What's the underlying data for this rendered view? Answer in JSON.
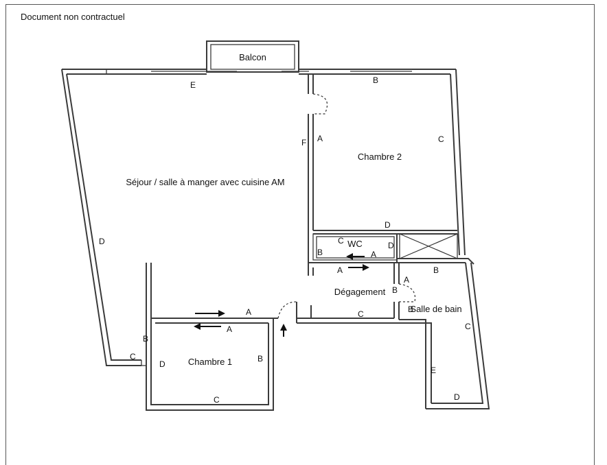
{
  "header": {
    "note": "Document non contractuel"
  },
  "rooms": {
    "balcon": "Balcon",
    "sejour": "Séjour / salle à manger avec cuisine AM",
    "chambre2": "Chambre 2",
    "wc": "WC",
    "degagement": "Dégagement",
    "salle_de_bain": "Salle de bain",
    "chambre1": "Chambre 1"
  },
  "wall_labels": {
    "sejour_top": "E",
    "sejour_left": "D",
    "sejour_right": "F",
    "sejour_bottom_left": "C",
    "sejour_b": "B",
    "ch2_top": "B",
    "ch2_left": "A",
    "ch2_right": "C",
    "ch2_bottom": "D",
    "wc_top": "C",
    "wc_left": "B",
    "wc_right": "D",
    "wc_bottom": "A",
    "deg_a_left": "A",
    "deg_a_right": "A",
    "deg_b_right": "B",
    "deg_c": "C",
    "deg_b_door": "B",
    "deg_a_outer": "A",
    "sdb_b": "B",
    "sdb_c": "C",
    "sdb_e": "E",
    "sdb_d": "D",
    "ch1_top_out": "A",
    "ch1_top_in": "A",
    "ch1_left": "D",
    "ch1_right": "B",
    "ch1_bottom": "C"
  }
}
